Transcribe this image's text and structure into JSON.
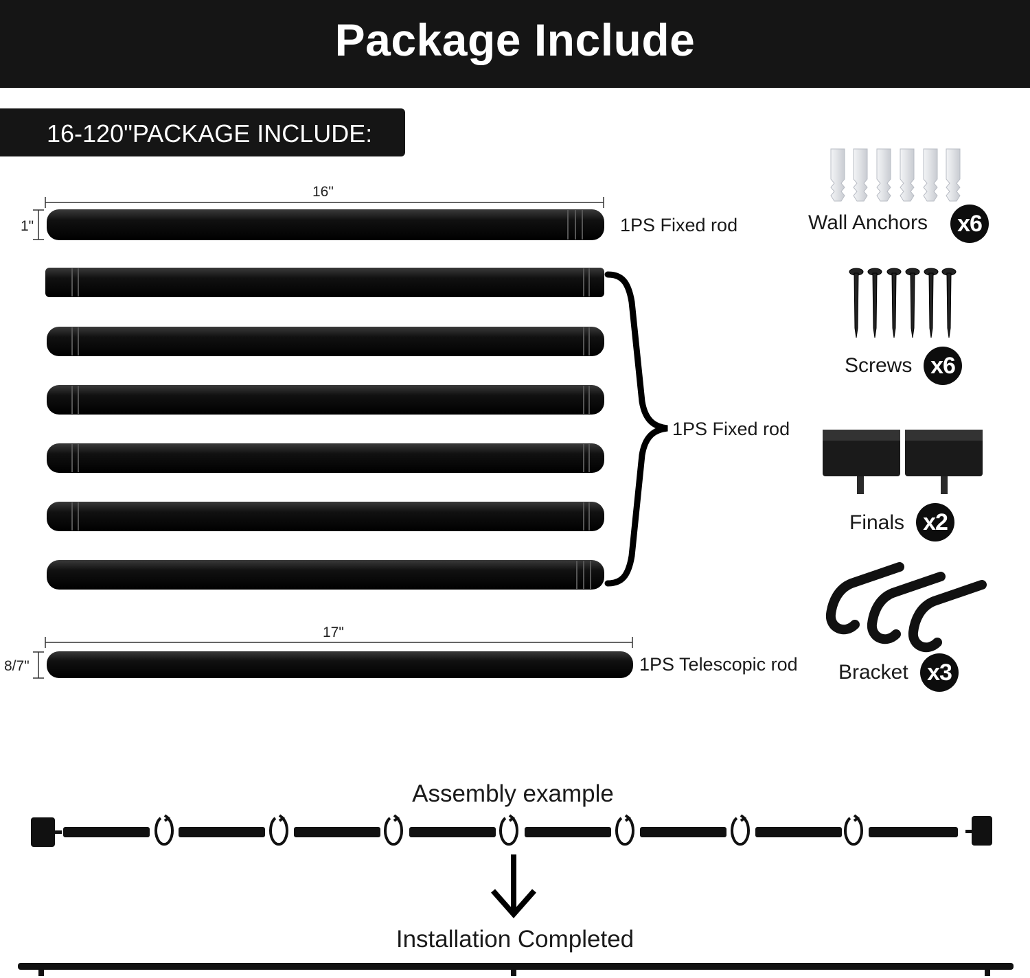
{
  "header": {
    "title": "Package Include"
  },
  "subheader": {
    "label": "16-120\"PACKAGE INCLUDE:"
  },
  "rods": {
    "top_length": "16\"",
    "top_diameter": "1\"",
    "top_label": "1PS Fixed rod",
    "group_label": "1PS Fixed rod",
    "telescopic_length": "17\"",
    "telescopic_diameter": "8/7\"",
    "telescopic_label": "1PS Telescopic rod"
  },
  "accessories": [
    {
      "name": "Wall Anchors",
      "qty": "x6",
      "icon": "wall-anchor-icon"
    },
    {
      "name": "Screws",
      "qty": "x6",
      "icon": "screw-icon"
    },
    {
      "name": "Finals",
      "qty": "x2",
      "icon": "finial-icon"
    },
    {
      "name": "Bracket",
      "qty": "x3",
      "icon": "bracket-icon"
    }
  ],
  "assembly": {
    "title": "Assembly example",
    "completed": "Installation Completed"
  },
  "colors": {
    "banner": "#151515",
    "rod": "#0c0c0c",
    "anchor": "#e4e6ea"
  }
}
